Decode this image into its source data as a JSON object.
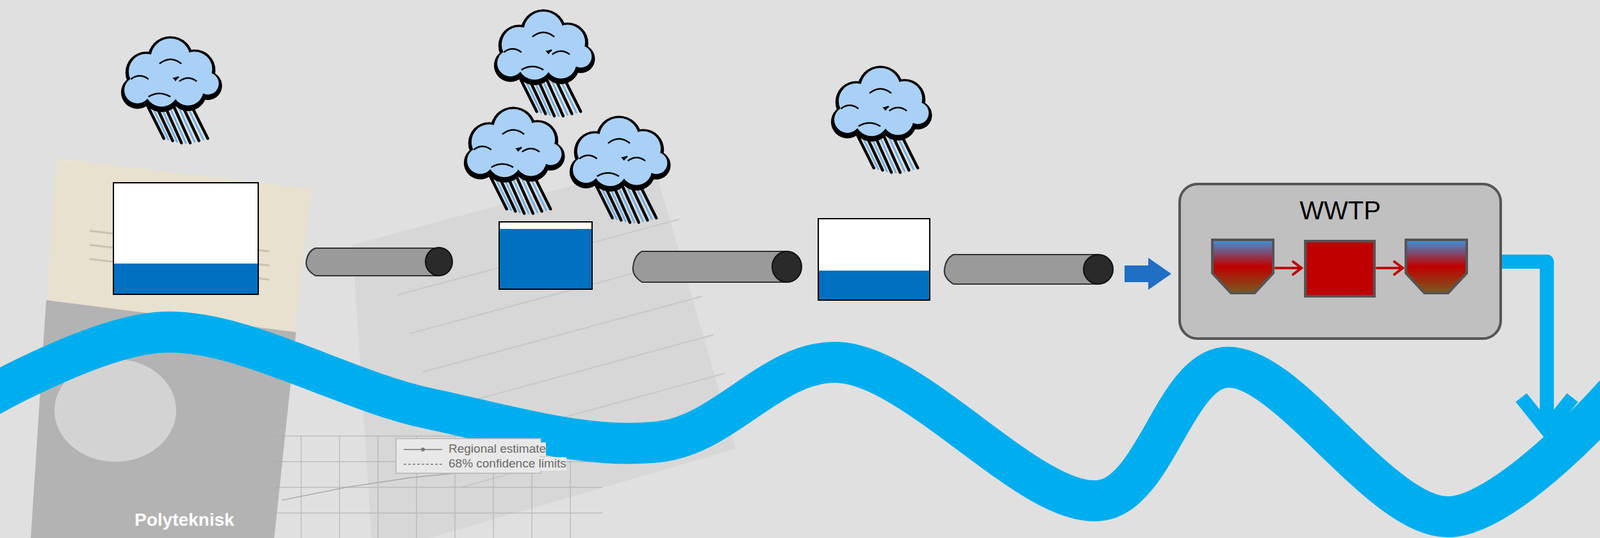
{
  "diagram": {
    "nodes": [
      {
        "text": [
          "WWTP"
        ]
      }
    ],
    "labels": [
      "Regional estimate",
      "68% confidence limits",
      "Polyteknisk"
    ]
  }
}
